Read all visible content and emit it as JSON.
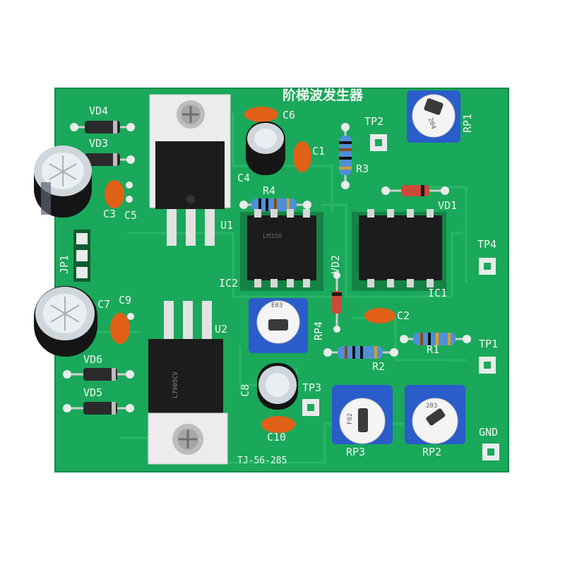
{
  "board": {
    "title": "阶梯波发生器",
    "part_number": "TJ-56-285",
    "colors": {
      "pcb": "#1aa85a",
      "pcb_edge": "#138c48",
      "silkscreen": "#f2f5f2",
      "pad": "#e9ece9",
      "ic_body": "#1c1c1c",
      "electrolytic": "#1a1a1a",
      "ceramic_cap": "#e06018",
      "pot_body": "#2a5dc9",
      "heatsink": "#d8d8d8"
    }
  },
  "labels": {
    "vd4": "VD4",
    "vd3": "VD3",
    "vd6": "VD6",
    "vd5": "VD5",
    "vd1": "VD1",
    "vd2": "VD2",
    "c1": "C1",
    "c2": "C2",
    "c3": "C3",
    "c4": "C4",
    "c5": "C5",
    "c6": "C6",
    "c7": "C7",
    "c8": "C8",
    "c9": "C9",
    "c10": "C10",
    "r1": "R1",
    "r2": "R2",
    "r3": "R3",
    "r4": "R4",
    "rp1": "RP1",
    "rp2": "RP2",
    "rp3": "RP3",
    "rp4": "RP4",
    "u1": "U1",
    "u2": "U2",
    "ic1": "IC1",
    "ic2": "IC2",
    "jp1": "JP1",
    "tp1": "TP1",
    "tp2": "TP2",
    "tp3": "TP3",
    "tp4": "TP4",
    "gnd": "GND"
  },
  "markings": {
    "rp1_code": "204",
    "rp2_code": "203",
    "rp3_code": "F02",
    "rp4_code": "E03",
    "u2_part": "L7905CV",
    "ic2_part": "LM358"
  }
}
